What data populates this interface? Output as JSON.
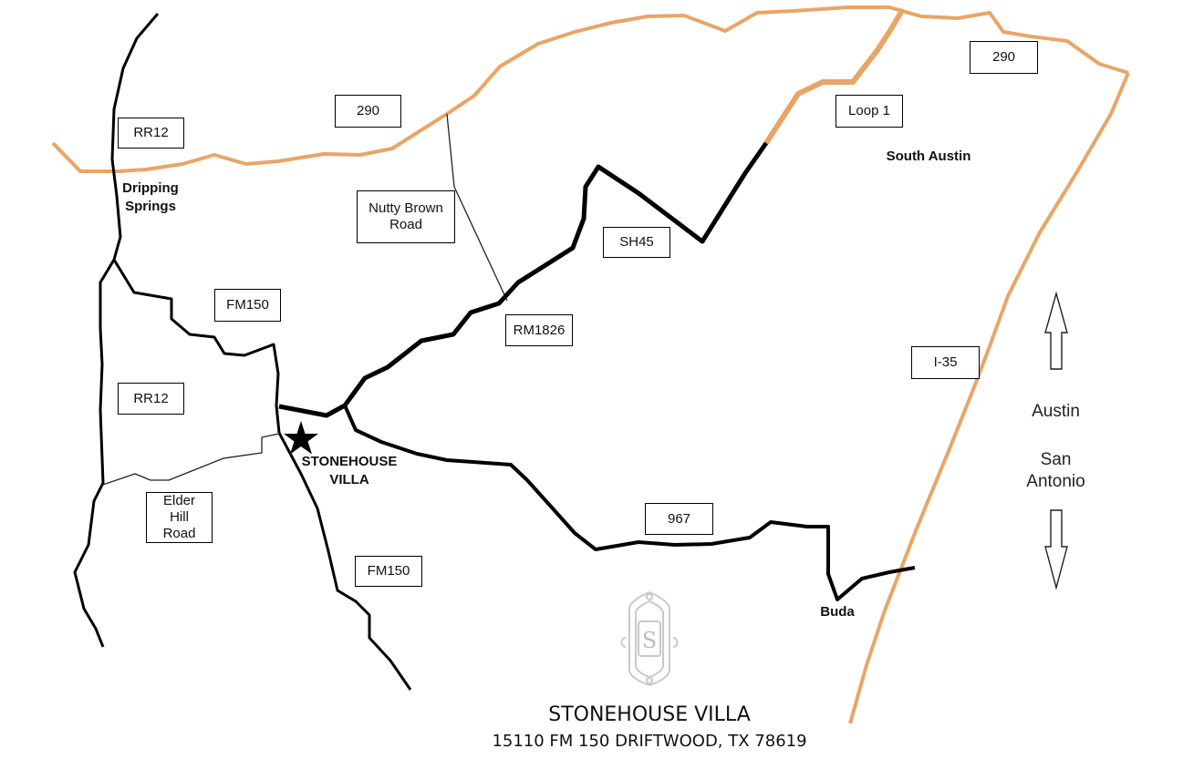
{
  "colors": {
    "highway": "#E9A566",
    "road": "#000000",
    "thin_road": "#222222",
    "logo": "#C9C9C9"
  },
  "road_labels": {
    "rr12_north": "RR12",
    "hwy290_west": "290",
    "hwy290_east": "290",
    "loop1": "Loop 1",
    "nutty_brown": "Nutty Brown Road",
    "sh45": "SH45",
    "fm150_north": "FM150",
    "rm1826": "RM1826",
    "rr12_south": "RR12",
    "i35": "I-35",
    "elder_hill": "Elder Hill Road",
    "hwy967": "967",
    "fm150_south": "FM150"
  },
  "places": {
    "dripping_springs": "Dripping Springs",
    "south_austin": "South Austin",
    "stonehouse": "STONEHOUSE VILLA",
    "buda": "Buda"
  },
  "directions": {
    "north": "Austin",
    "south": "San Antonio"
  },
  "icons": {
    "star": "star-icon",
    "arrow_up": "arrow-up-icon",
    "arrow_down": "arrow-down-icon",
    "logo": "monogram-logo-icon"
  },
  "logo_letter": "S",
  "footer": {
    "name": "STONEHOUSE VILLA",
    "address": "15110 FM 150 DRIFTWOOD, TX 78619"
  }
}
